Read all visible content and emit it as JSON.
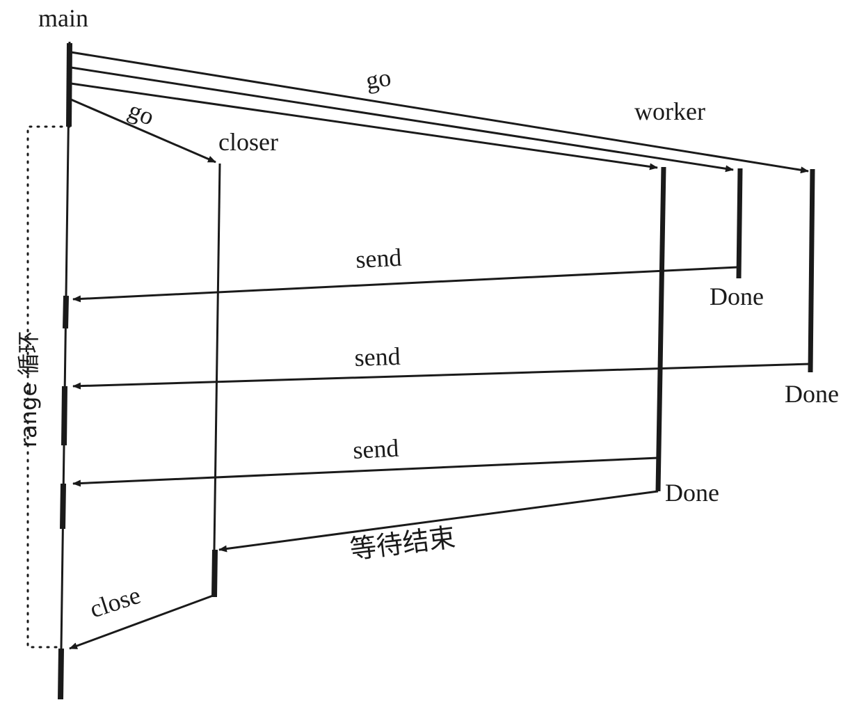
{
  "labels": {
    "main": "main",
    "go_top": "go",
    "go_closer": "go",
    "closer": "closer",
    "worker": "worker",
    "send_1": "send",
    "send_2": "send",
    "send_3": "send",
    "done_1": "Done",
    "done_2": "Done",
    "done_3": "Done",
    "wait_end": "等待结束",
    "close": "close",
    "range_loop": "range 循环"
  },
  "colors": {
    "ink": "#1a1a1a",
    "background": "#ffffff"
  }
}
